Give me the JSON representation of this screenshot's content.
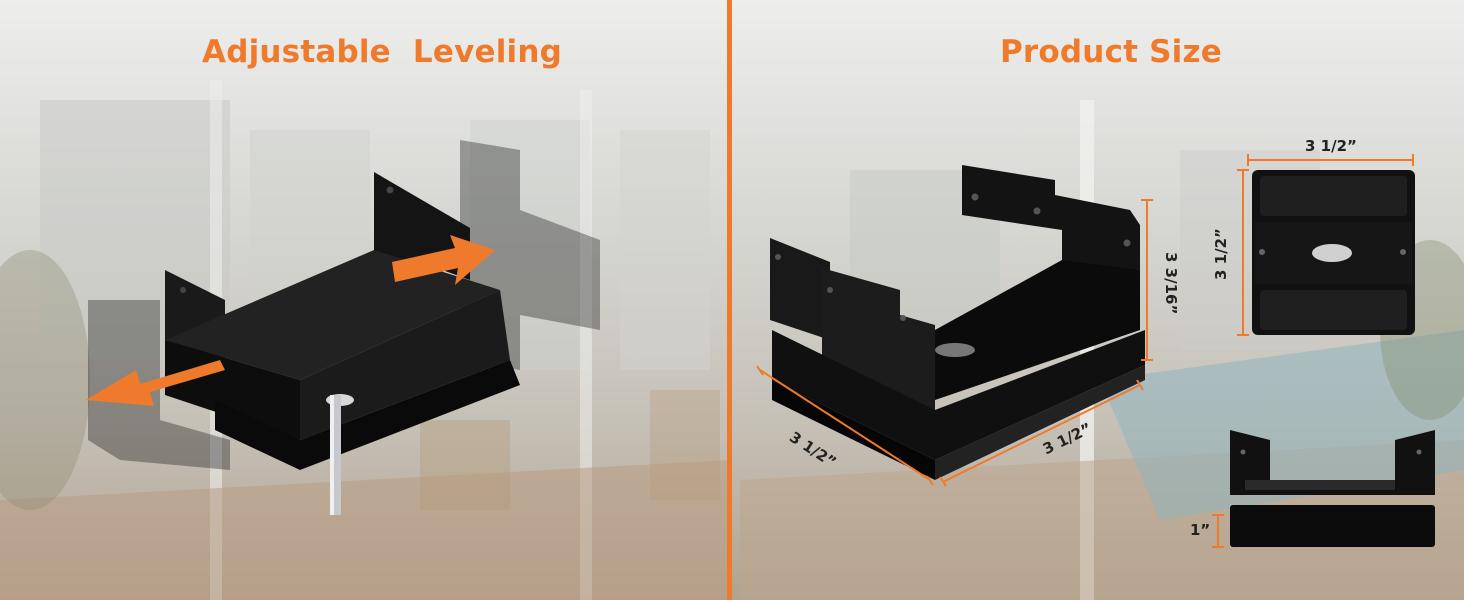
{
  "left_panel": {
    "title": "Adjustable  Leveling"
  },
  "right_panel": {
    "title": "Product Size",
    "dimensions": {
      "width_front": "3 1/2”",
      "depth_front": "3 1/2”",
      "height_side": "3 3/16”",
      "top_width": "3 1/2”",
      "top_depth": "3 1/2”",
      "base_height": "1”"
    }
  },
  "colors": {
    "accent": "#ef7a2b",
    "bracket": "#111111",
    "background": "#d8d9d6"
  },
  "icons": [
    "arrow-left-icon",
    "arrow-right-icon"
  ]
}
